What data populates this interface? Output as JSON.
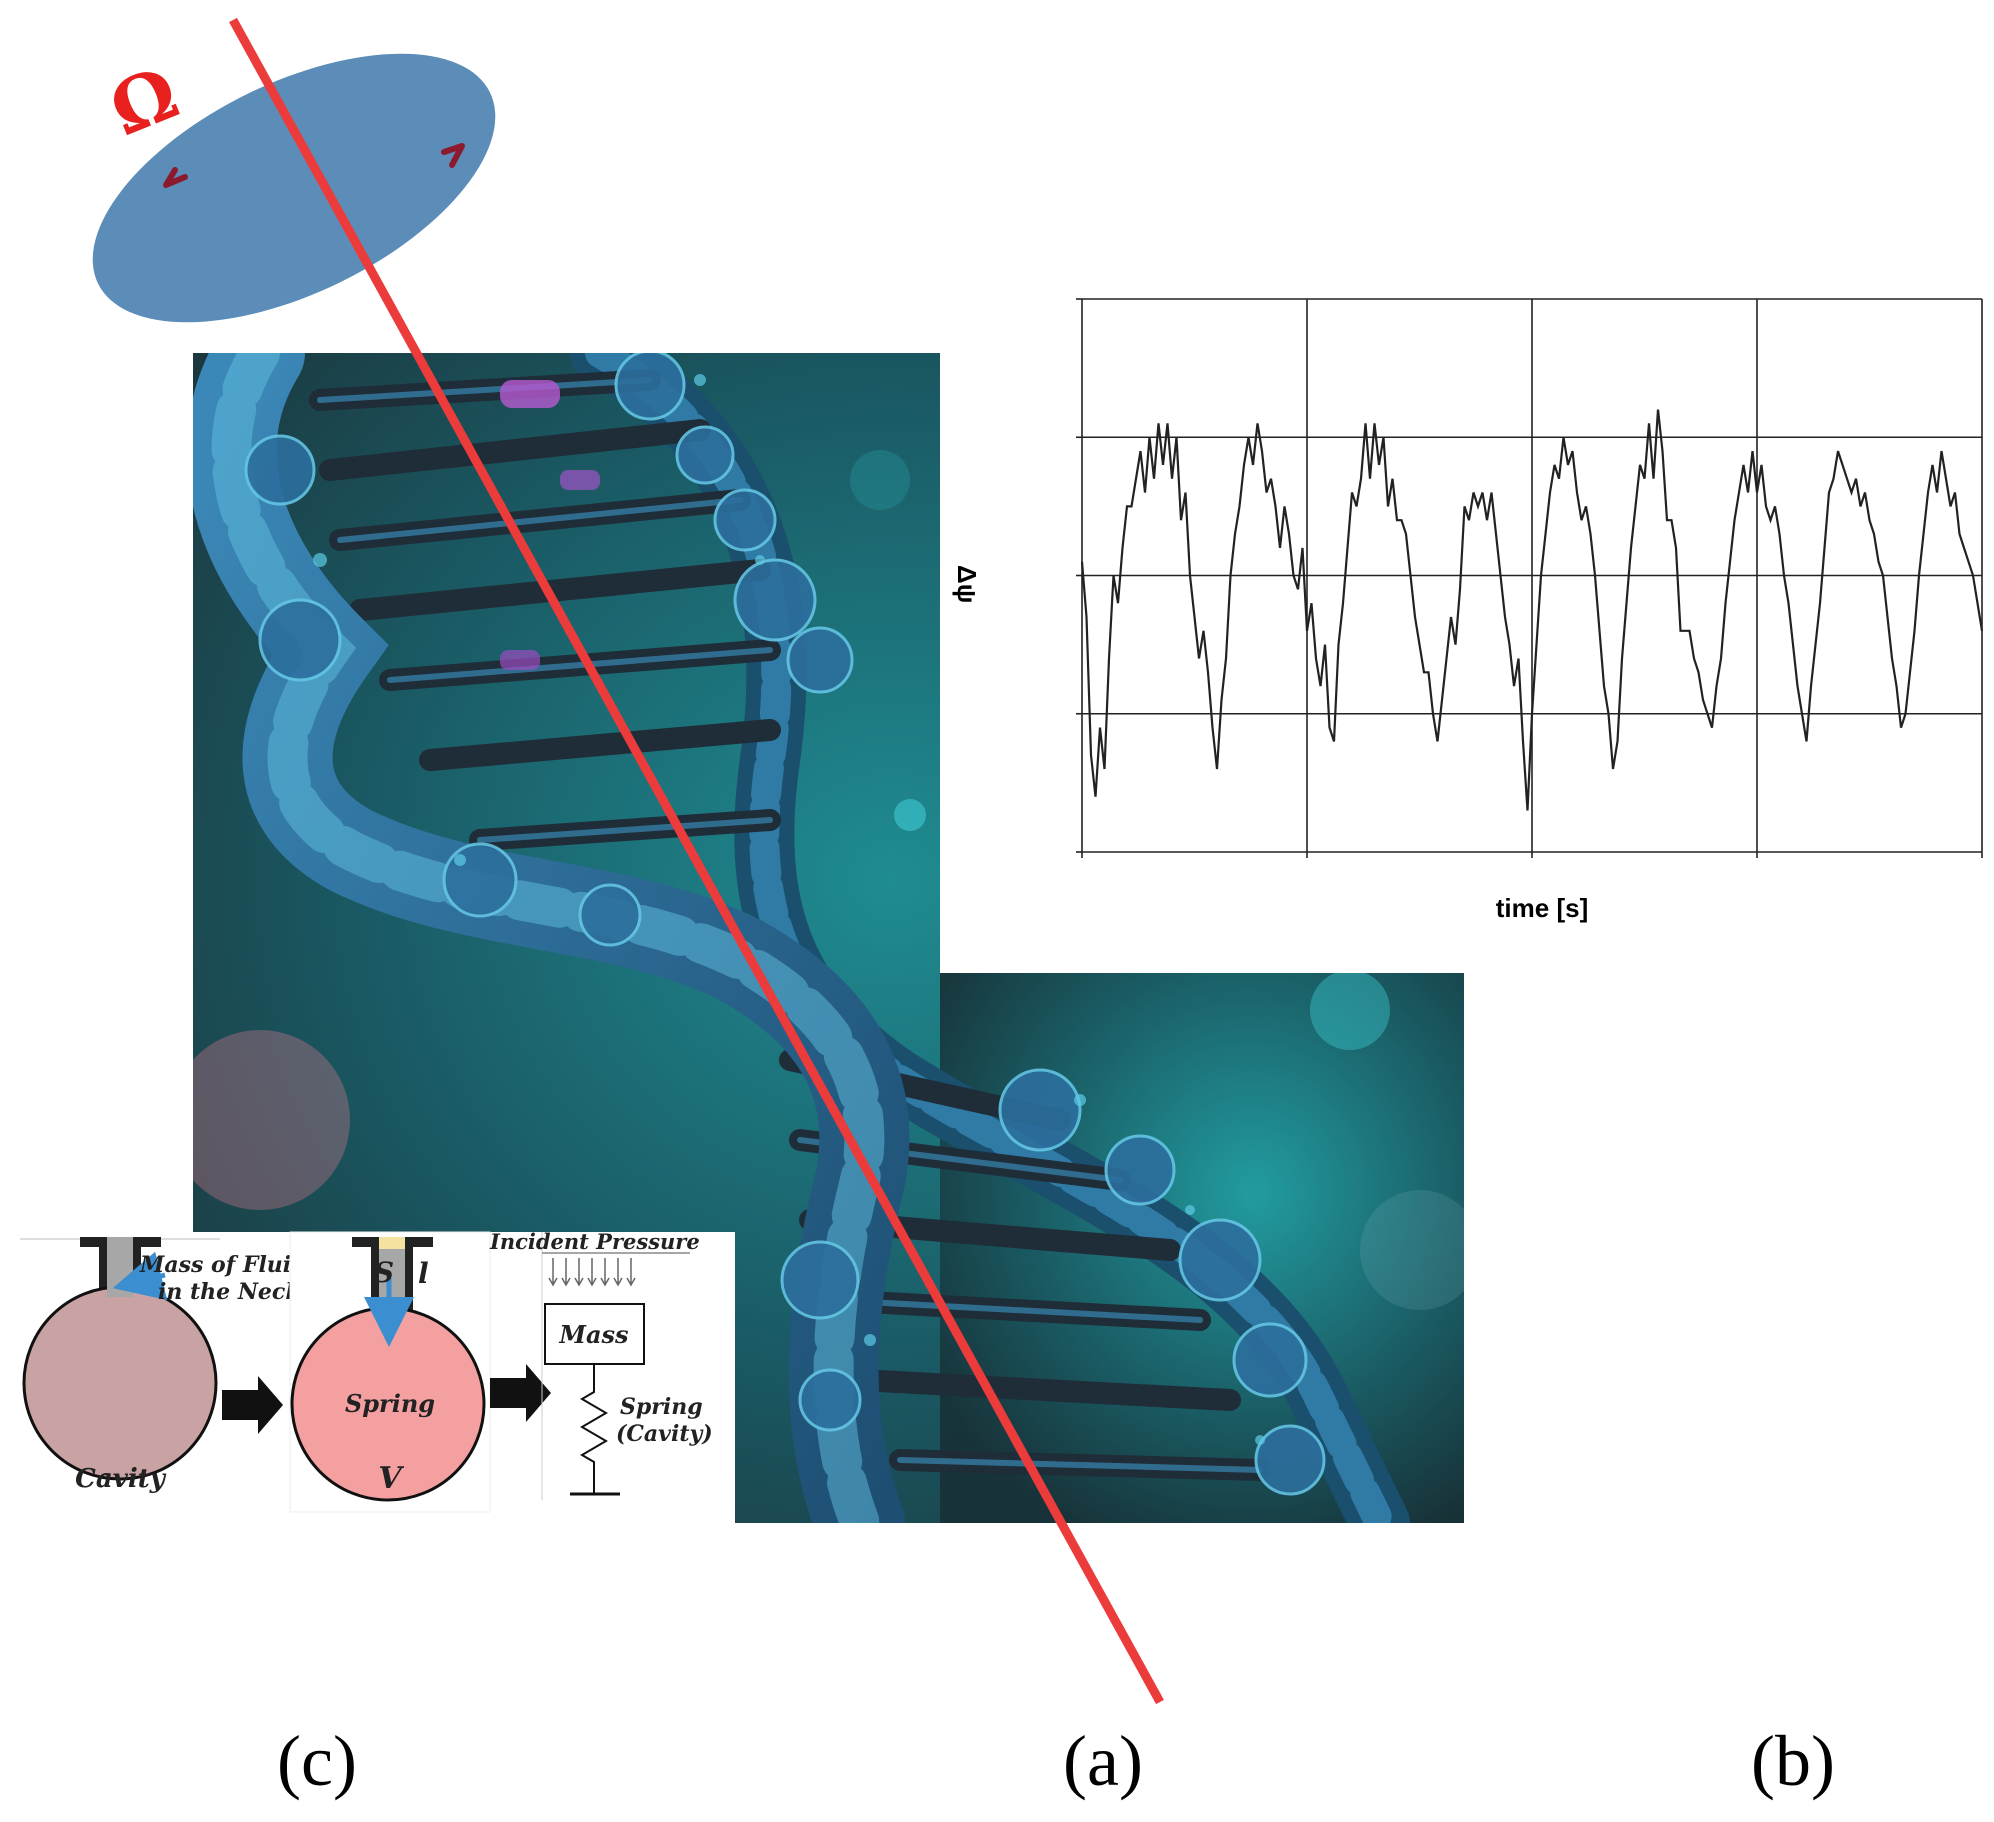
{
  "omega": {
    "symbol": "Ω",
    "color": "#e8201e",
    "disk_color": "#5b8db8",
    "arrow_color": "#8b1a2e"
  },
  "rotation_axis_color": "#ec3b3b",
  "image_a": {
    "subject": "dna-double-helix-illustration",
    "colors": {
      "bg_dark": "#12343a",
      "bg_teal": "#1d7f86",
      "strand": "#2b6d9a",
      "glow": "#4cc7d6"
    }
  },
  "signal_chart": {
    "ylabel": "Δψ",
    "xlabel": "time [s]"
  },
  "chart_data": {
    "type": "line",
    "title": "",
    "xlabel": "time [s]",
    "ylabel": "Δψ",
    "grid": true,
    "legend": "none",
    "x": [
      0,
      1,
      2,
      3,
      4,
      5,
      6,
      7,
      8,
      9,
      10,
      11,
      12,
      13,
      14,
      15,
      16,
      17,
      18,
      19,
      20,
      21,
      22,
      23,
      24,
      25,
      26,
      27,
      28,
      29,
      30,
      31,
      32,
      33,
      34,
      35,
      36,
      37,
      38,
      39,
      40,
      41,
      42,
      43,
      44,
      45,
      46,
      47,
      48,
      49,
      50,
      51,
      52,
      53,
      54,
      55,
      56,
      57,
      58,
      59,
      60,
      61,
      62,
      63,
      64,
      65,
      66,
      67,
      68,
      69,
      70,
      71,
      72,
      73,
      74,
      75,
      76,
      77,
      78,
      79,
      80,
      81,
      82,
      83,
      84,
      85,
      86,
      87,
      88,
      89,
      90,
      91,
      92,
      93,
      94,
      95,
      96,
      97,
      98,
      99,
      100,
      101,
      102,
      103,
      104,
      105,
      106,
      107,
      108,
      109,
      110,
      111,
      112,
      113,
      114,
      115,
      116,
      117,
      118,
      119,
      120,
      121,
      122,
      123,
      124,
      125,
      126,
      127,
      128,
      129,
      130,
      131,
      132,
      133,
      134,
      135,
      136,
      137,
      138,
      139,
      140,
      141,
      142,
      143,
      144,
      145,
      146,
      147,
      148,
      149,
      150,
      151,
      152,
      153,
      154,
      155,
      156,
      157,
      158,
      159,
      160,
      161,
      162,
      163,
      164,
      165,
      166,
      167,
      168,
      169,
      170,
      171,
      172,
      173,
      174,
      175,
      176,
      177,
      178,
      179,
      180,
      181,
      182,
      183,
      184,
      185,
      186,
      187,
      188,
      189,
      190,
      191,
      192,
      193,
      194,
      195,
      196,
      197,
      198,
      199,
      200
    ],
    "series": [
      {
        "values": [
          0.1,
          -0.3,
          -1.3,
          -1.6,
          -1.1,
          -1.4,
          -0.6,
          0.0,
          -0.2,
          0.2,
          0.5,
          0.5,
          0.7,
          0.9,
          0.6,
          1.0,
          0.7,
          1.1,
          0.8,
          1.1,
          0.7,
          1.0,
          0.4,
          0.6,
          0.0,
          -0.3,
          -0.6,
          -0.4,
          -0.7,
          -1.1,
          -1.4,
          -0.9,
          -0.6,
          0.0,
          0.3,
          0.5,
          0.8,
          1.0,
          0.8,
          1.1,
          0.9,
          0.6,
          0.7,
          0.5,
          0.2,
          0.5,
          0.3,
          0.0,
          -0.1,
          0.2,
          -0.4,
          -0.2,
          -0.6,
          -0.8,
          -0.5,
          -1.1,
          -1.2,
          -0.5,
          -0.2,
          0.2,
          0.6,
          0.5,
          0.7,
          1.1,
          0.7,
          1.1,
          0.8,
          1.0,
          0.5,
          0.7,
          0.4,
          0.4,
          0.3,
          0.0,
          -0.3,
          -0.5,
          -0.7,
          -0.7,
          -1.0,
          -1.2,
          -0.9,
          -0.6,
          -0.3,
          -0.5,
          -0.1,
          0.5,
          0.4,
          0.6,
          0.5,
          0.6,
          0.4,
          0.6,
          0.3,
          0.0,
          -0.3,
          -0.5,
          -0.8,
          -0.6,
          -1.2,
          -1.7,
          -1.0,
          -0.5,
          0.0,
          0.3,
          0.6,
          0.8,
          0.7,
          1.0,
          0.8,
          0.9,
          0.6,
          0.4,
          0.5,
          0.3,
          0.0,
          -0.4,
          -0.8,
          -1.0,
          -1.4,
          -1.2,
          -0.6,
          -0.2,
          0.2,
          0.5,
          0.8,
          0.7,
          1.1,
          0.7,
          1.2,
          0.9,
          0.4,
          0.4,
          0.2,
          -0.4,
          -0.4,
          -0.4,
          -0.6,
          -0.7,
          -0.9,
          -1.0,
          -1.1,
          -0.8,
          -0.6,
          -0.2,
          0.1,
          0.4,
          0.6,
          0.8,
          0.6,
          0.9,
          0.6,
          0.8,
          0.5,
          0.4,
          0.5,
          0.3,
          0.0,
          -0.2,
          -0.5,
          -0.8,
          -1.0,
          -1.2,
          -0.8,
          -0.5,
          -0.2,
          0.2,
          0.6,
          0.7,
          0.9,
          0.8,
          0.7,
          0.6,
          0.7,
          0.5,
          0.6,
          0.4,
          0.3,
          0.1,
          0.0,
          -0.3,
          -0.6,
          -0.8,
          -1.1,
          -1.0,
          -0.7,
          -0.4,
          0.0,
          0.3,
          0.6,
          0.8,
          0.6,
          0.9,
          0.7,
          0.5,
          0.6,
          0.3,
          0.2,
          0.1,
          0.0,
          -0.2,
          -0.4,
          -0.3,
          0.1
        ]
      }
    ]
  },
  "helmholtz": {
    "neck_label_line1": "Mass of Fluid",
    "neck_label_line2": "in the Neck",
    "cavity_label": "Cavity",
    "s_label": "S",
    "l_label": "l",
    "spring_label": "Spring",
    "v_label": "V",
    "incident_label": "Incident Pressure",
    "mass_label": "Mass",
    "spring2_line1": "Spring",
    "spring2_line2": "(Cavity)",
    "cavity_color": "#c9a3a3",
    "cavity2_color": "#f4a0a0"
  },
  "panel_labels": {
    "c": "(c)",
    "a": "(a)",
    "b": "(b)"
  }
}
